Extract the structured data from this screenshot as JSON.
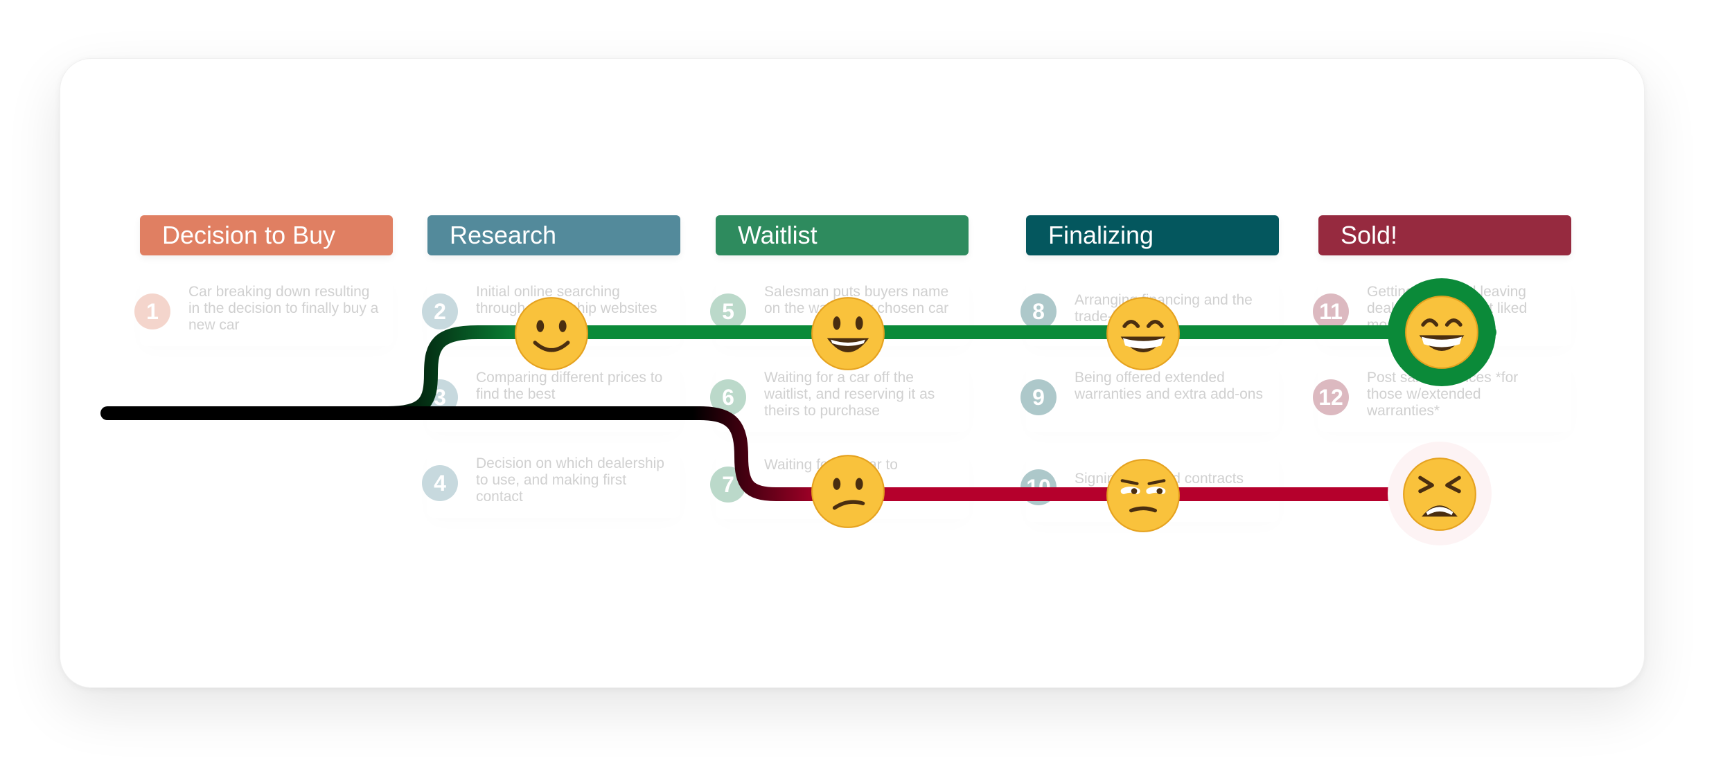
{
  "stages": [
    {
      "label": "Decision to Buy",
      "color": "#e07f62"
    },
    {
      "label": "Research",
      "color": "#538a9b"
    },
    {
      "label": "Waitlist",
      "color": "#2e8b5e"
    },
    {
      "label": "Finalizing",
      "color": "#04575e"
    },
    {
      "label": "Sold!",
      "color": "#962a3f"
    }
  ],
  "steps": [
    {
      "n": "1",
      "text": "Car breaking down resulting in the decision to finally buy a new car",
      "color": "#e07f62"
    },
    {
      "n": "2",
      "text": "Initial online searching through dealership websites",
      "color": "#538a9b"
    },
    {
      "n": "3",
      "text": "Comparing different prices to find the best",
      "color": "#538a9b"
    },
    {
      "n": "4",
      "text": "Decision on which dealership to use, and making first contact",
      "color": "#538a9b"
    },
    {
      "n": "5",
      "text": "Salesman puts buyers name on the waitlist for chosen car",
      "color": "#2e8b5e"
    },
    {
      "n": "6",
      "text": "Waiting for a car off the waitlist, and reserving it as theirs to purchase",
      "color": "#2e8b5e"
    },
    {
      "n": "7",
      "text": "Waiting for the car to",
      "color": "#2e8b5e"
    },
    {
      "n": "8",
      "text": "Arranging financing and the trade-in",
      "color": "#04575e"
    },
    {
      "n": "9",
      "text": "Being offered extended warranties and extra add-ons",
      "color": "#04575e"
    },
    {
      "n": "10",
      "text": "Signing finalized contracts",
      "color": "#04575e"
    },
    {
      "n": "11",
      "text": "Getting keys and leaving dealership *the part liked most*",
      "color": "#962a3f"
    },
    {
      "n": "12",
      "text": "Post sales services *for those w/extended warranties*",
      "color": "#962a3f"
    }
  ],
  "colors": {
    "start_line": "#000000",
    "happy_line": "#0b8a39",
    "sad_line": "#b5002c",
    "happy_ring": "#0b8a39"
  },
  "emojis": [
    {
      "path": "happy",
      "stage": "Research",
      "icon": "slightly-smiling-face-icon"
    },
    {
      "path": "happy",
      "stage": "Waitlist",
      "icon": "grinning-face-icon"
    },
    {
      "path": "happy",
      "stage": "Finalizing",
      "icon": "beaming-face-icon"
    },
    {
      "path": "happy",
      "stage": "Sold!",
      "icon": "beaming-face-icon"
    },
    {
      "path": "sad",
      "stage": "Waitlist",
      "icon": "confused-face-icon"
    },
    {
      "path": "sad",
      "stage": "Finalizing",
      "icon": "unamused-face-icon"
    },
    {
      "path": "sad",
      "stage": "Sold!",
      "icon": "tired-face-icon"
    }
  ]
}
